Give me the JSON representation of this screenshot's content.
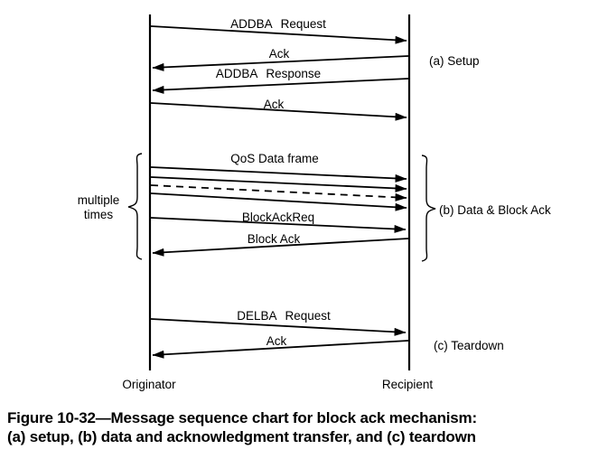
{
  "diagram": {
    "lifelines": {
      "left_label": "Originator",
      "right_label": "Recipient"
    },
    "section_labels": {
      "setup": "(a) Setup",
      "data_block_ack": "(b) Data & Block Ack",
      "teardown": "(c) Teardown"
    },
    "repeat_annotation": {
      "line1": "multiple",
      "line2": "times"
    },
    "messages": [
      {
        "id": "addba-request",
        "label": "ADDBA Request",
        "from": "originator",
        "to": "recipient",
        "style": "solid"
      },
      {
        "id": "ack-setup-1",
        "label": "Ack",
        "from": "recipient",
        "to": "originator",
        "style": "solid"
      },
      {
        "id": "addba-response",
        "label": "ADDBA Response",
        "from": "recipient",
        "to": "originator",
        "style": "solid"
      },
      {
        "id": "ack-setup-2",
        "label": "Ack",
        "from": "originator",
        "to": "recipient",
        "style": "solid"
      },
      {
        "id": "qos-data-frame",
        "label": "QoS Data frame",
        "from": "originator",
        "to": "recipient",
        "style": "solid"
      },
      {
        "id": "qos-data-repeat-1",
        "label": "",
        "from": "originator",
        "to": "recipient",
        "style": "solid"
      },
      {
        "id": "qos-data-repeat-ellipsis",
        "label": "",
        "from": "originator",
        "to": "recipient",
        "style": "dashed"
      },
      {
        "id": "qos-data-repeat-2",
        "label": "",
        "from": "originator",
        "to": "recipient",
        "style": "solid"
      },
      {
        "id": "block-ack-req",
        "label": "BlockAckReq",
        "from": "originator",
        "to": "recipient",
        "style": "solid"
      },
      {
        "id": "block-ack",
        "label": "Block Ack",
        "from": "recipient",
        "to": "originator",
        "style": "solid"
      },
      {
        "id": "delba-request",
        "label": "DELBA Request",
        "from": "originator",
        "to": "recipient",
        "style": "solid"
      },
      {
        "id": "ack-teardown",
        "label": "Ack",
        "from": "recipient",
        "to": "originator",
        "style": "solid"
      }
    ]
  },
  "caption": {
    "line1": "Figure 10-32—Message sequence chart for block ack mechanism:",
    "line2": "(a) setup, (b) data and acknowledgment transfer, and (c) teardown"
  },
  "colors": {
    "ink": "#000000",
    "background": "#ffffff"
  }
}
